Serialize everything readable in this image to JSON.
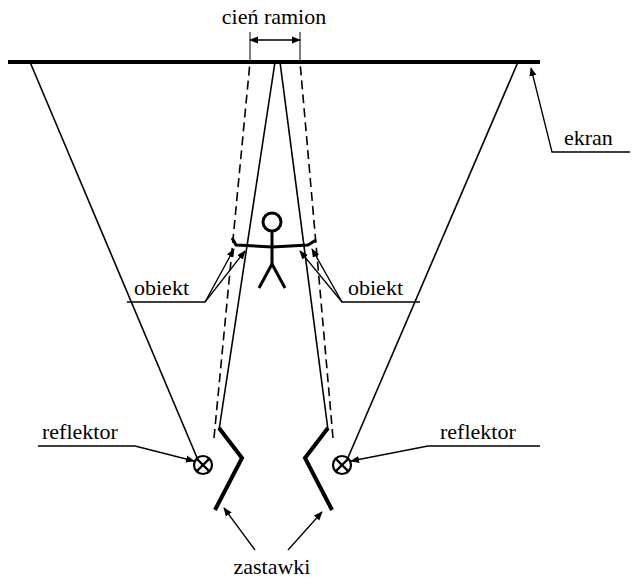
{
  "diagram": {
    "labels": [
      "cień ramion",
      "ekran",
      "obiekt",
      "obiekt",
      "reflektor",
      "reflektor",
      "zastawki"
    ]
  }
}
